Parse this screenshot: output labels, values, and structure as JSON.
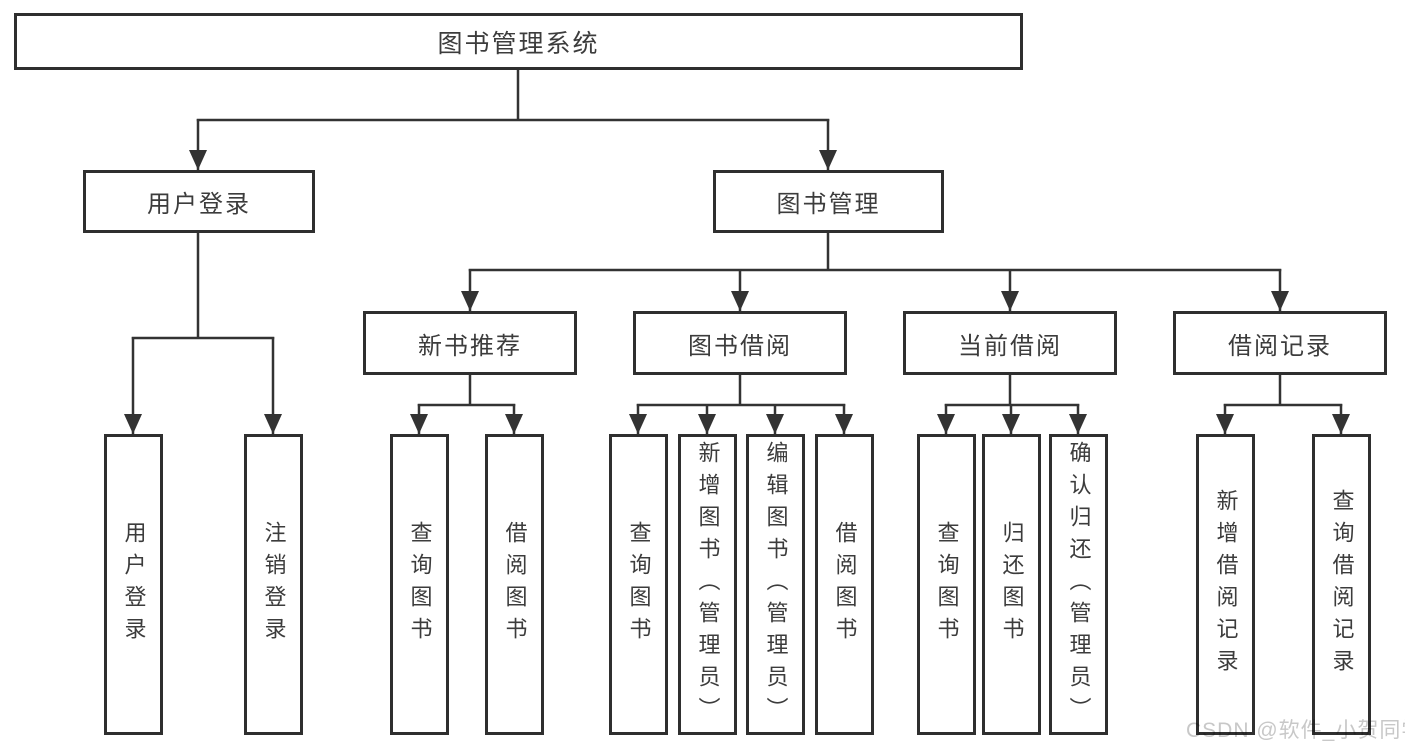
{
  "tree": {
    "label": "图书管理系统",
    "children": [
      {
        "label": "用户登录",
        "children": [
          {
            "label": "用户登录"
          },
          {
            "label": "注销登录"
          }
        ]
      },
      {
        "label": "图书管理",
        "children": [
          {
            "label": "新书推荐",
            "children": [
              {
                "label": "查询图书"
              },
              {
                "label": "借阅图书"
              }
            ]
          },
          {
            "label": "图书借阅",
            "children": [
              {
                "label": "查询图书"
              },
              {
                "label": "新增图书（管理员）"
              },
              {
                "label": "编辑图书（管理员）"
              },
              {
                "label": "借阅图书"
              }
            ]
          },
          {
            "label": "当前借阅",
            "children": [
              {
                "label": "查询图书"
              },
              {
                "label": "归还图书"
              },
              {
                "label": "确认归还（管理员）"
              }
            ]
          },
          {
            "label": "借阅记录",
            "children": [
              {
                "label": "新增借阅记录"
              },
              {
                "label": "查询借阅记录"
              }
            ]
          }
        ]
      }
    ]
  },
  "watermark": "CSDN @软件_小贺同学",
  "colors": {
    "line": "#333333",
    "border": "#2f2f2f",
    "text": "#3c3c3c",
    "watermark": "#c8c8c8",
    "background": "#ffffff"
  }
}
